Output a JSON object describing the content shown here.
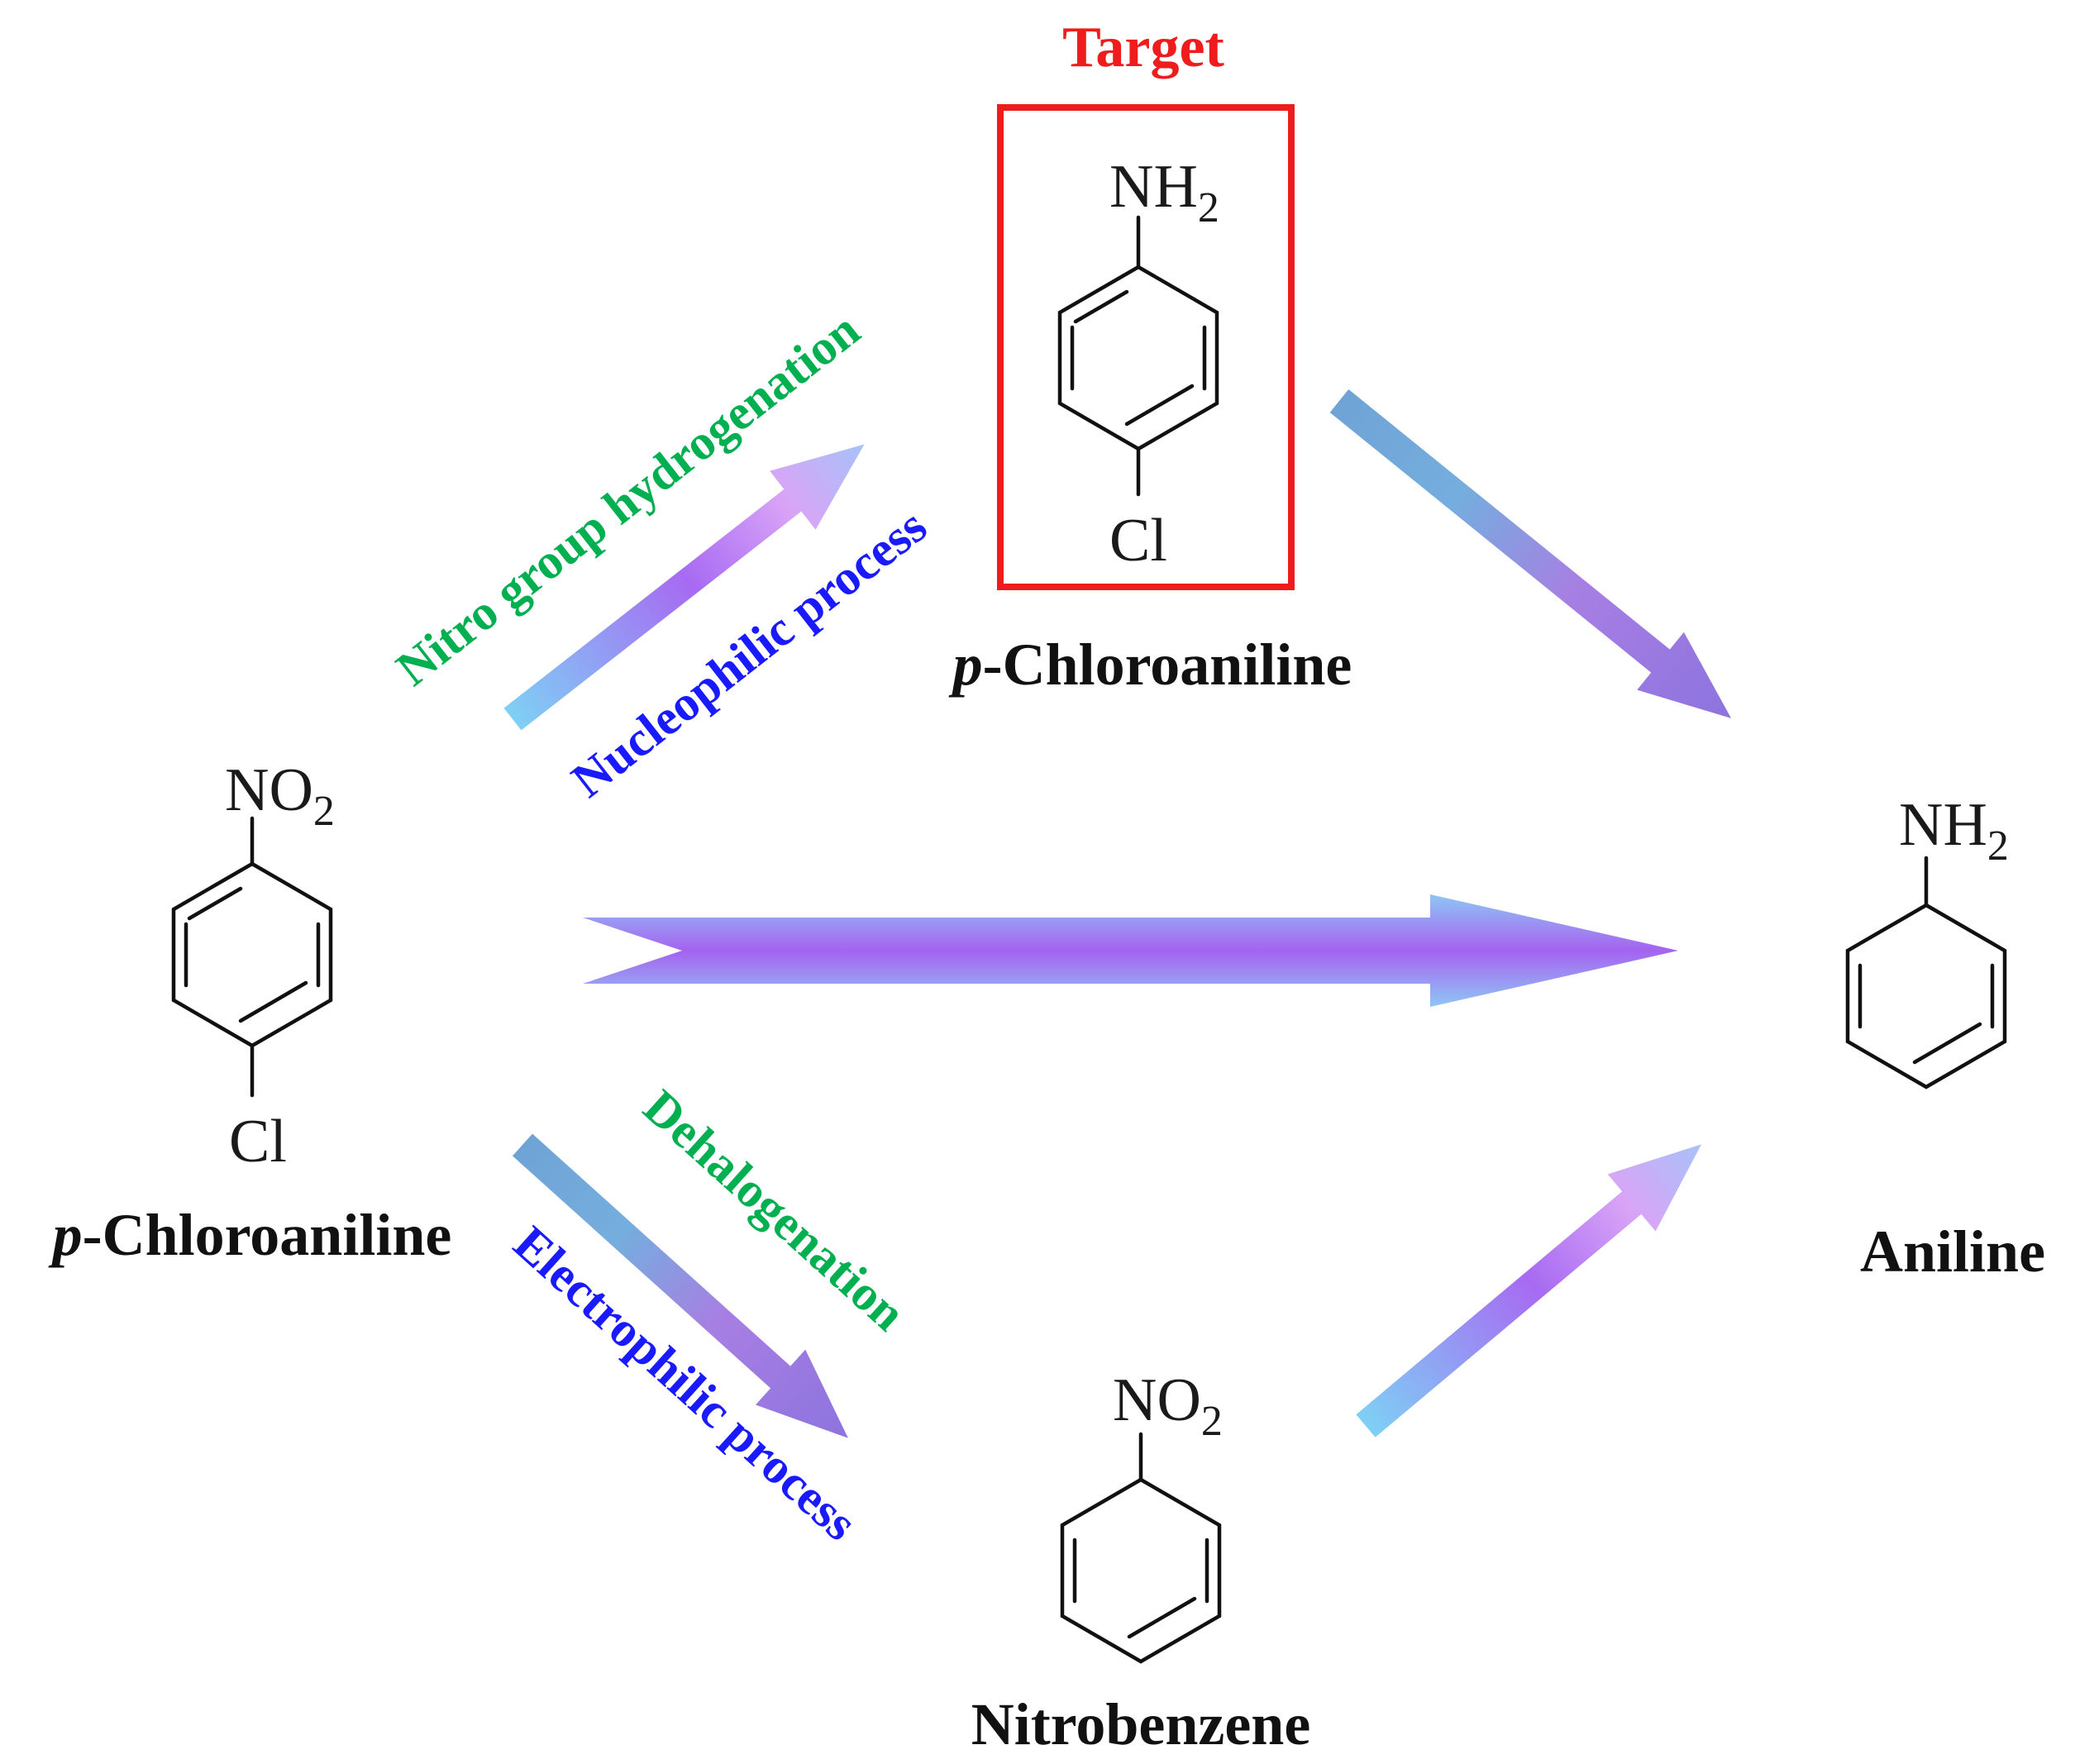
{
  "target": {
    "label": "Target",
    "color": "#ee1c1c"
  },
  "molecules": {
    "reactant": {
      "top_group": "NO",
      "top_sub": "2",
      "bottom_group": "Cl",
      "name_prefix": "p",
      "name_rest": "-Chloroaniline"
    },
    "target_product": {
      "top_group": "NH",
      "top_sub": "2",
      "bottom_group": "Cl",
      "name_prefix": "p",
      "name_rest": "-Chloroaniline"
    },
    "nitrobenzene": {
      "top_group": "NO",
      "top_sub": "2",
      "name": "Nitrobenzene"
    },
    "aniline": {
      "top_group": "NH",
      "top_sub": "2",
      "name": "Aniline"
    }
  },
  "pathways": {
    "upper": {
      "top_label": "Nitro group hydrogenation",
      "bottom_label": "Nucleophilic process"
    },
    "lower": {
      "top_label": "Dehalogenation",
      "bottom_label": "Electrophilic process"
    }
  },
  "colors": {
    "green_text": "#00b050",
    "blue_text": "#1a1aff",
    "arrow_purple": "#a563f0",
    "arrow_blue": "#7ec8f5"
  }
}
